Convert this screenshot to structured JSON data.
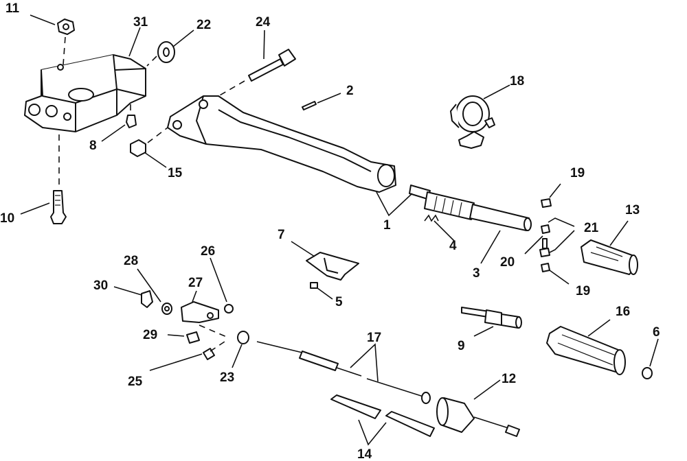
{
  "callouts": {
    "c1": "1",
    "c2": "2",
    "c3": "3",
    "c4": "4",
    "c5": "5",
    "c6": "6",
    "c7": "7",
    "c8": "8",
    "c9": "9",
    "c10": "10",
    "c11": "11",
    "c12": "12",
    "c13": "13",
    "c14": "14",
    "c15": "15",
    "c16": "16",
    "c17": "17",
    "c18": "18",
    "c19a": "19",
    "c19b": "19",
    "c20": "20",
    "c21": "21",
    "c22": "22",
    "c23": "23",
    "c24": "24",
    "c25": "25",
    "c26": "26",
    "c27": "27",
    "c28": "28",
    "c29": "29",
    "c30": "30",
    "c31": "31"
  }
}
